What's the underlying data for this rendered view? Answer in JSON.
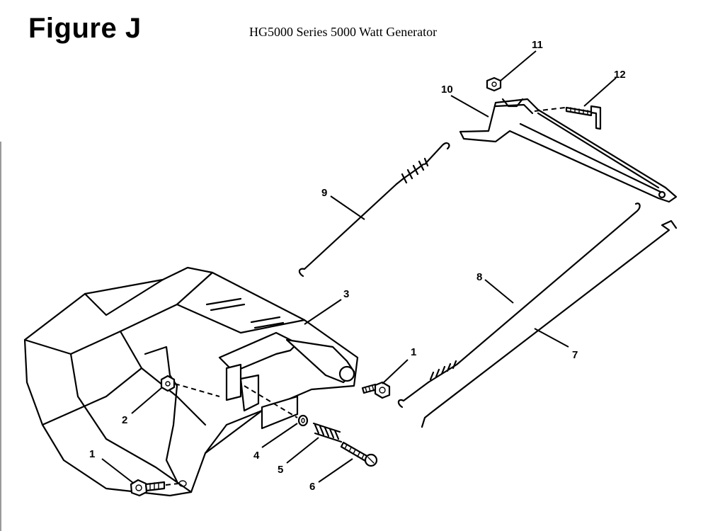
{
  "header": {
    "figure_label": "Figure J",
    "title": "HG5000 Series 5000 Watt Generator"
  },
  "callouts": [
    {
      "id": "c1a",
      "text": "1"
    },
    {
      "id": "c1b",
      "text": "1"
    },
    {
      "id": "c2",
      "text": "2"
    },
    {
      "id": "c3",
      "text": "3"
    },
    {
      "id": "c4",
      "text": "4"
    },
    {
      "id": "c5",
      "text": "5"
    },
    {
      "id": "c6",
      "text": "6"
    },
    {
      "id": "c7",
      "text": "7"
    },
    {
      "id": "c8",
      "text": "8"
    },
    {
      "id": "c9",
      "text": "9"
    },
    {
      "id": "c10",
      "text": "10"
    },
    {
      "id": "c11",
      "text": "11"
    },
    {
      "id": "c12",
      "text": "12"
    }
  ]
}
